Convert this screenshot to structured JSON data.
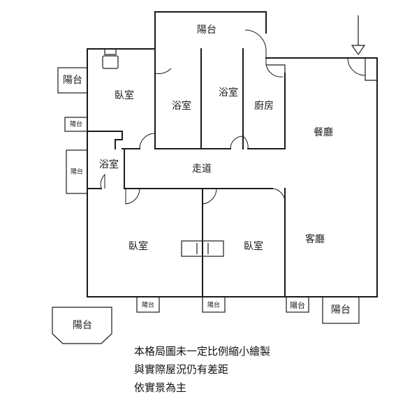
{
  "rooms": {
    "balcony_top": "陽台",
    "balcony_left_upper": "陽台",
    "balcony_left_small": "陽台",
    "balcony_left_mid": "陽台",
    "bedroom_top": "臥室",
    "bath_1": "浴室",
    "bath_2": "浴室",
    "kitchen": "廚房",
    "dining": "餐廳",
    "bath_3": "浴室",
    "corridor": "走道",
    "bedroom_left": "臥室",
    "bedroom_mid": "臥室",
    "living": "客廳",
    "balcony_bottom_left": "陽台",
    "balcony_bottom_1": "陽台",
    "balcony_bottom_2": "陽台",
    "balcony_bottom_3": "陽台",
    "balcony_bottom_right": "陽台"
  },
  "notes": [
    "本格局圖未一定比例縮小繪製",
    "與實際屋況仍有差距",
    "依實景為主"
  ],
  "icons": {
    "entrance": "entrance-arrow-icon",
    "toilet": "toilet-icon",
    "bed_mid": "bed-icon"
  }
}
